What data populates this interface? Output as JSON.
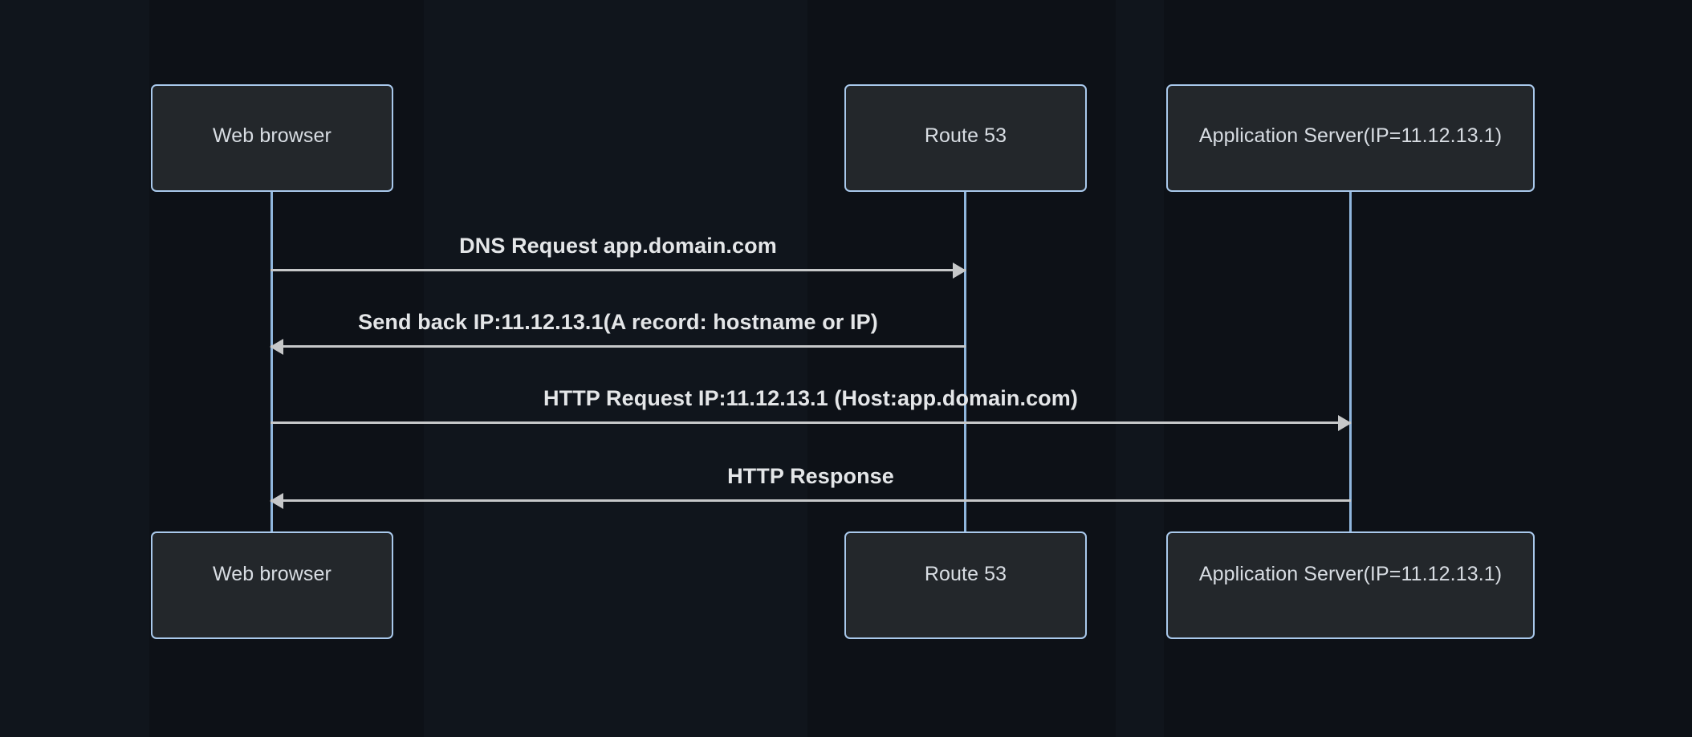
{
  "diagram": {
    "kind": "sequence-diagram",
    "background_color": "#0d1117",
    "box_fill_color": "#23272b",
    "box_border_color": "#a9c9ec",
    "lifeline_color": "#8fb6dd",
    "arrow_color": "#c6c8c9",
    "text_color": "#e4e6e8",
    "participants": [
      {
        "id": "browser",
        "label": "Web browser"
      },
      {
        "id": "route53",
        "label": "Route 53"
      },
      {
        "id": "appserver",
        "label": "Application Server(IP=11.12.13.1)"
      }
    ],
    "messages": [
      {
        "id": "m1",
        "label": "DNS Request app.domain.com",
        "from": "browser",
        "to": "route53",
        "direction": "right"
      },
      {
        "id": "m2",
        "label": "Send back IP:11.12.13.1(A record: hostname or IP)",
        "from": "route53",
        "to": "browser",
        "direction": "left"
      },
      {
        "id": "m3",
        "label": "HTTP Request IP:11.12.13.1 (Host:app.domain.com)",
        "from": "browser",
        "to": "appserver",
        "direction": "right"
      },
      {
        "id": "m4",
        "label": "HTTP Response",
        "from": "appserver",
        "to": "browser",
        "direction": "left"
      }
    ]
  }
}
